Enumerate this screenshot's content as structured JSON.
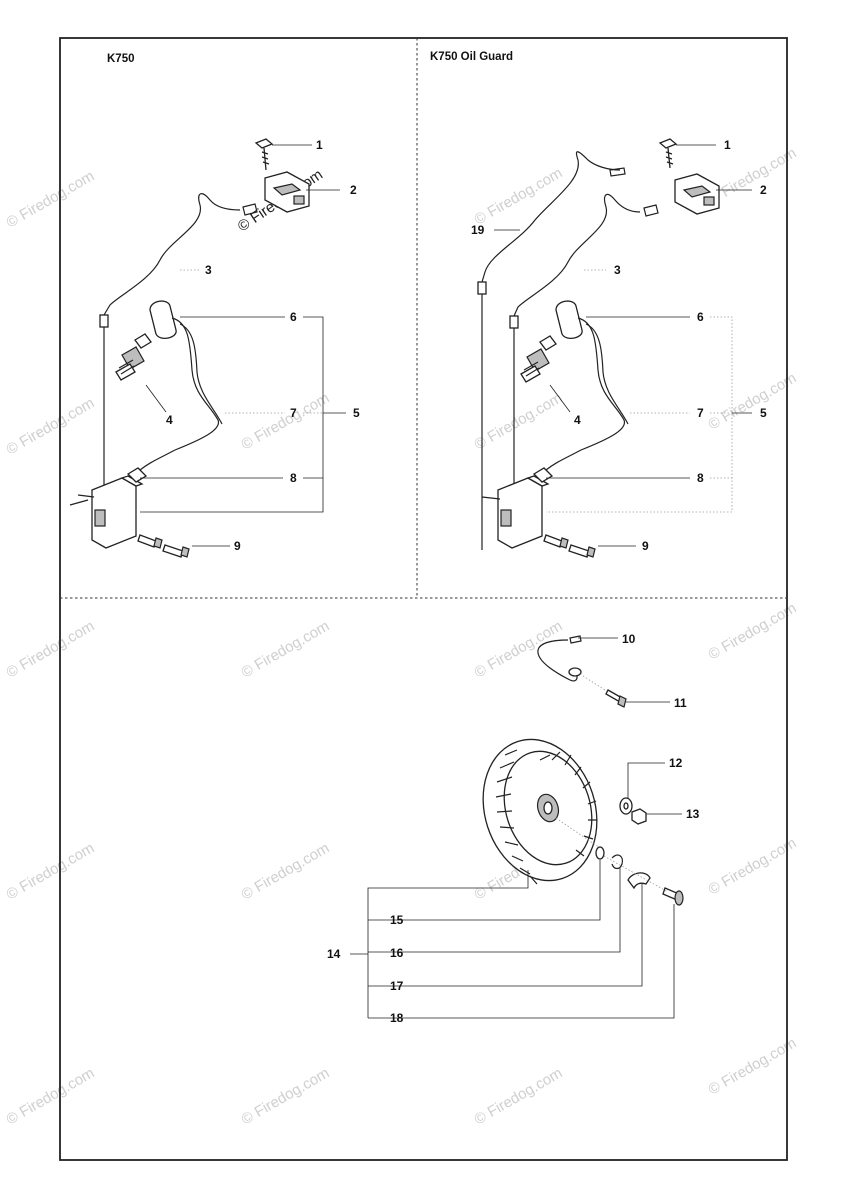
{
  "panels": {
    "left_title": "K750",
    "right_title": "K750 Oil Guard"
  },
  "callouts": {
    "l1": "1",
    "l2": "2",
    "l3": "3",
    "l4": "4",
    "l5": "5",
    "l6": "6",
    "l7": "7",
    "l8": "8",
    "l9": "9",
    "r1": "1",
    "r2": "2",
    "r3": "3",
    "r4": "4",
    "r5": "5",
    "r6": "6",
    "r7": "7",
    "r8": "8",
    "r9": "9",
    "r19": "19",
    "b10": "10",
    "b11": "11",
    "b12": "12",
    "b13": "13",
    "b14": "14",
    "b15": "15",
    "b16": "16",
    "b17": "17",
    "b18": "18"
  },
  "watermark": {
    "text": "© Firedog.com"
  }
}
